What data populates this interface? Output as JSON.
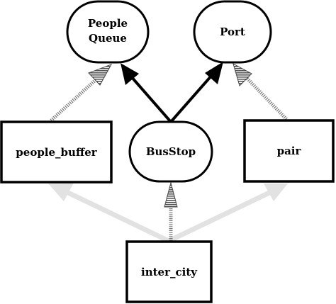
{
  "nodes": {
    "people_queue": {
      "line1": "People",
      "line2": "Queue"
    },
    "port": {
      "label": "Port"
    },
    "people_buffer": {
      "label": "people_buffer"
    },
    "busstop": {
      "label": "BusStop"
    },
    "pair": {
      "label": "pair"
    },
    "inter_city": {
      "label": "inter_city"
    }
  },
  "colors": {
    "solid_edge": "#000000",
    "dotted_edge": "#777777",
    "light_edge": "#e2e2e2"
  }
}
